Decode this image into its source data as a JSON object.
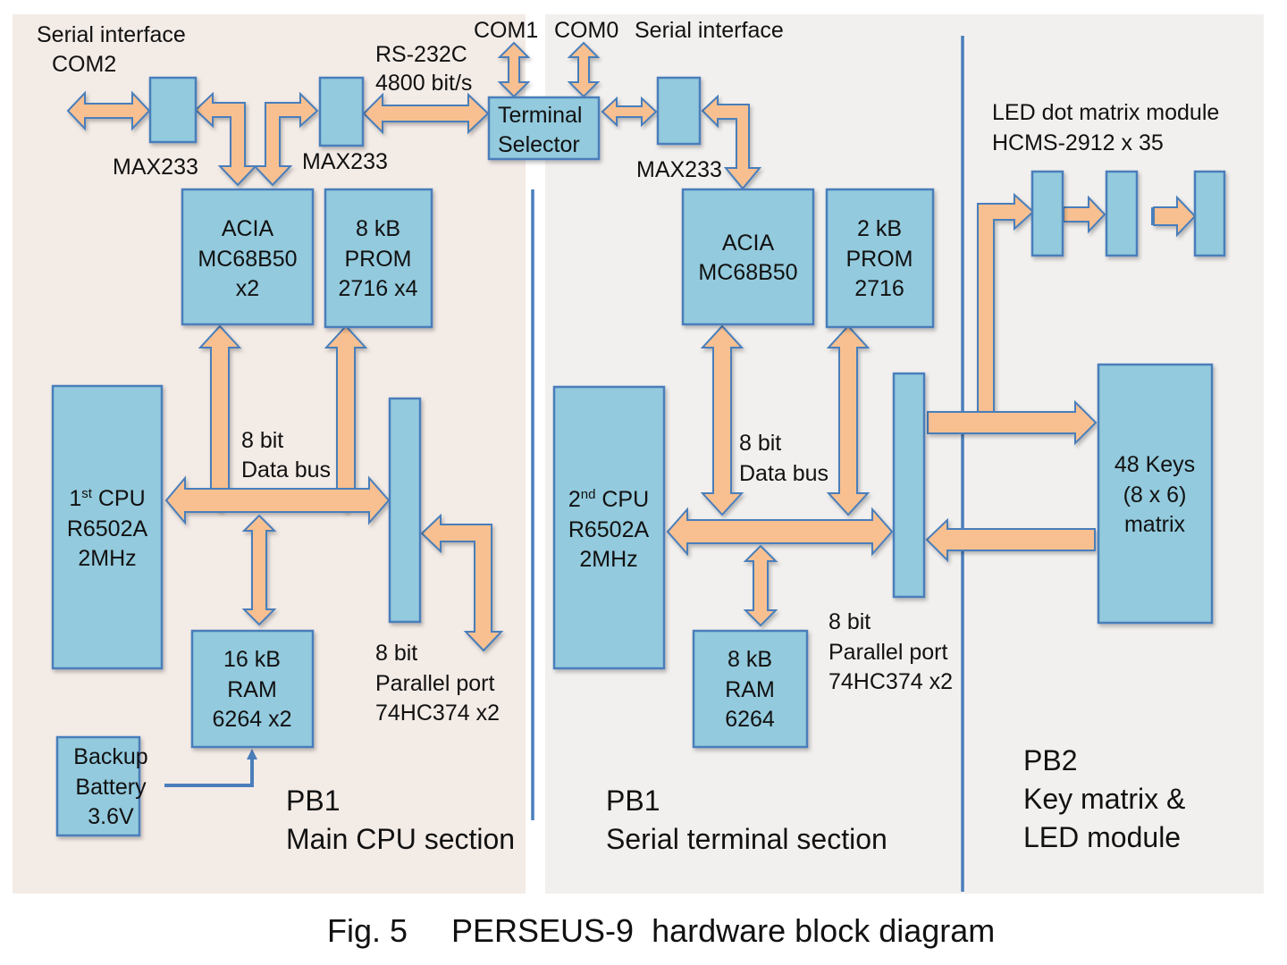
{
  "caption": {
    "fig": "Fig. 5",
    "title": "PERSEUS-9  hardware block diagram"
  },
  "colors": {
    "block_fill": "#93cadd",
    "block_stroke": "#4a7ebb",
    "arrow_fill": "#f8c090",
    "main_bg": "#f3ebe6",
    "terminal_bg": "#f2f0ee"
  },
  "sections": {
    "main_cpu": {
      "line1": "PB1",
      "line2": "Main CPU section"
    },
    "serial_terminal": {
      "line1": "PB1",
      "line2": "Serial terminal section"
    },
    "key_led": {
      "line1": "PB2",
      "line2": "Key matrix &",
      "line3": "LED module"
    }
  },
  "labels": {
    "com2": {
      "line1": "Serial interface",
      "line2": "COM2"
    },
    "rs232": {
      "line1": "RS-232C",
      "line2": "4800 bit/s"
    },
    "com1": "COM1",
    "com0": "COM0",
    "serial_interface_right": "Serial interface",
    "max233_a": "MAX233",
    "max233_b": "MAX233",
    "max233_c": "MAX233",
    "databus_main": {
      "line1": "8 bit",
      "line2": "Data bus"
    },
    "databus_term": {
      "line1": "8 bit",
      "line2": "Data bus"
    },
    "pport_main": {
      "line1": "8 bit",
      "line2": "Parallel port",
      "line3": "74HC374 x2"
    },
    "pport_term": {
      "line1": "8 bit",
      "line2": "Parallel port",
      "line3": "74HC374 x2"
    },
    "led_module": {
      "line1": "LED dot matrix module",
      "line2": "HCMS-2912 x 35"
    }
  },
  "blocks": {
    "terminal_selector": {
      "line1": "Terminal",
      "line2": "Selector"
    },
    "acia_main": {
      "line1": "ACIA",
      "line2": "MC68B50",
      "line3": "x2"
    },
    "prom_main": {
      "line1": "8 kB",
      "line2": "PROM",
      "line3": "2716 x4"
    },
    "cpu1": {
      "num": "1",
      "sup": "st",
      "rest": " CPU",
      "line2": "R6502A",
      "line3": "2MHz"
    },
    "ram_main": {
      "line1": "16 kB",
      "line2": "RAM",
      "line3": "6264 x2"
    },
    "battery": {
      "line1": "Backup",
      "line2": "Battery",
      "line3": "3.6V"
    },
    "acia_term": {
      "line1": "ACIA",
      "line2": "MC68B50"
    },
    "prom_term": {
      "line1": "2 kB",
      "line2": "PROM",
      "line3": "2716"
    },
    "cpu2": {
      "num": "2",
      "sup": "nd",
      "rest": " CPU",
      "line2": "R6502A",
      "line3": "2MHz"
    },
    "ram_term": {
      "line1": "8 kB",
      "line2": "RAM",
      "line3": "6264"
    },
    "keys": {
      "line1": "48 Keys",
      "line2": "(8 x 6)",
      "line3": "matrix"
    }
  }
}
